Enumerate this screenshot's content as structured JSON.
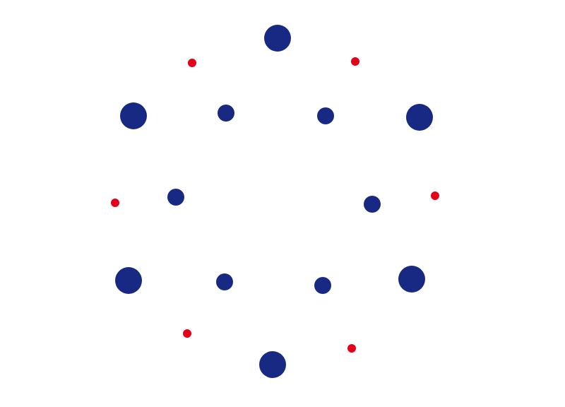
{
  "colors": {
    "background": "#ffffff",
    "navy": "#172983",
    "red": "#e2001a"
  },
  "dot_groups": [
    {
      "name": "outer-ring",
      "color_key": "navy",
      "count": 6
    },
    {
      "name": "inner-ring",
      "color_key": "navy",
      "count": 6
    },
    {
      "name": "red-ring",
      "color_key": "red",
      "count": 6
    }
  ]
}
